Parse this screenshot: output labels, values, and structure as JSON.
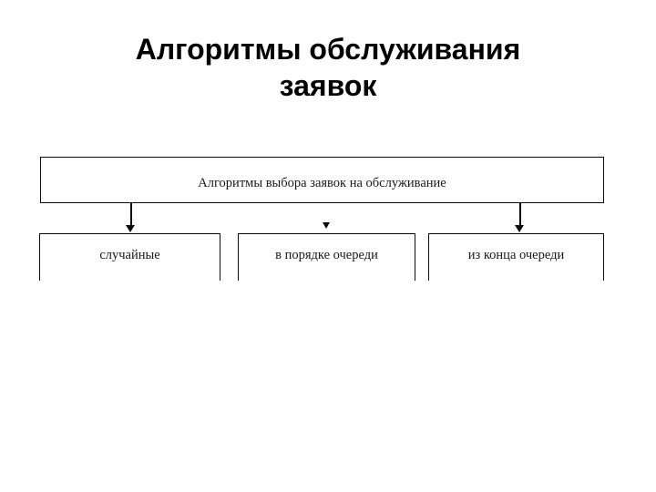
{
  "slide": {
    "background_color": "#ffffff",
    "text_color": "#000000",
    "title": "Алгоритмы обслуживания\nзаявок"
  },
  "diagram": {
    "type": "tree",
    "line_color": "#0a0a0a",
    "root": {
      "id": "node-root",
      "label": "Алгоритмы выбора заявок на обслуживание"
    },
    "children": [
      {
        "id": "node-random",
        "label": "случайные"
      },
      {
        "id": "node-fifo",
        "label": "в порядке очереди"
      },
      {
        "id": "node-lifo",
        "label": "из конца очереди"
      }
    ],
    "connectors": [
      {
        "id": "conn-left",
        "from": "node-root",
        "to": "node-random",
        "arrow": "down-arrow-icon"
      },
      {
        "id": "conn-mid",
        "from": "node-root",
        "to": "node-fifo",
        "arrow": "down-arrow-icon"
      },
      {
        "id": "conn-right",
        "from": "node-root",
        "to": "node-lifo",
        "arrow": "down-arrow-icon"
      }
    ]
  }
}
